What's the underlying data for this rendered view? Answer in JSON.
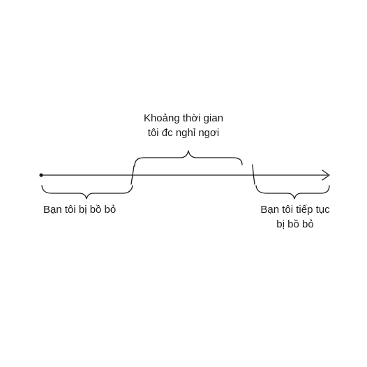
{
  "labels": {
    "rest": {
      "line1": "Khoảng thời gian",
      "line2": "tôi đc nghỉ ngơi"
    },
    "bullied": "Bạn tôi bị bồ bỏ",
    "continued": {
      "line1": "Bạn tôi tiếp tục",
      "line2": "bị bồ bỏ"
    }
  },
  "colors": {
    "stroke": "#1a1a1a",
    "text": "#1a1a1a",
    "background": "#ffffff"
  }
}
